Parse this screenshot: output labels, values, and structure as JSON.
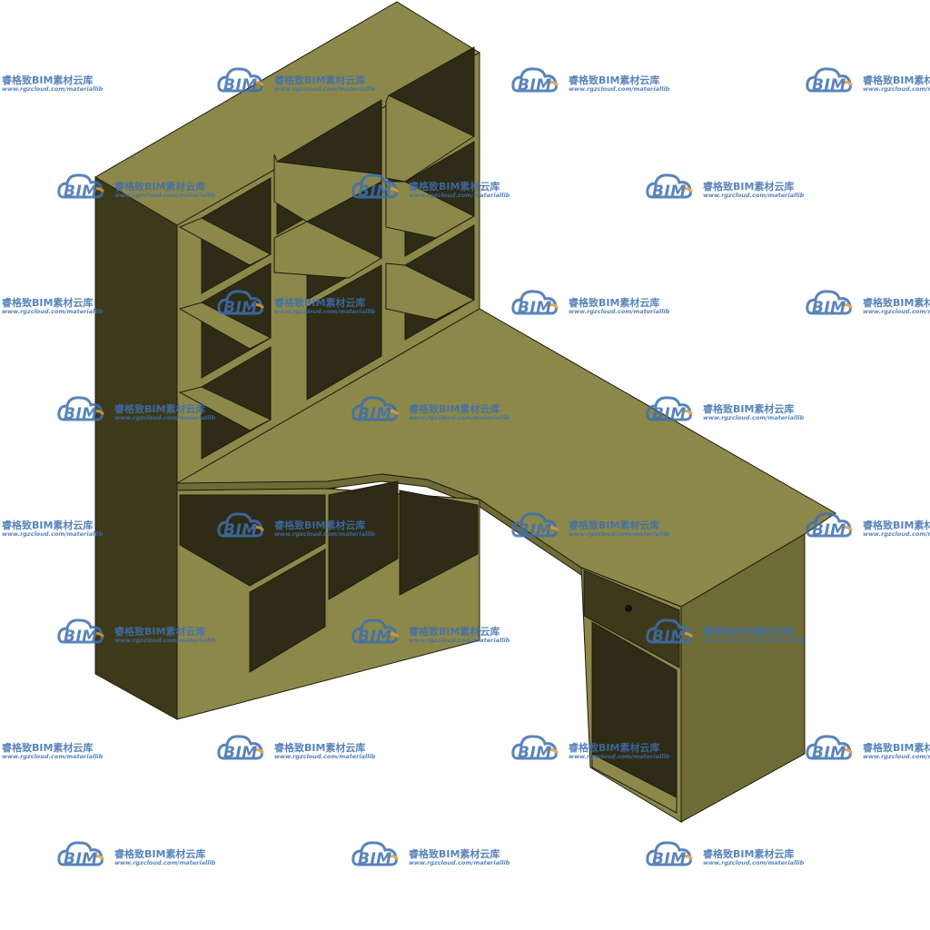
{
  "scene": {
    "subject": "desk-with-bookshelf-3d-model",
    "colors": {
      "background": "#ffffff",
      "face_light": "#8c884a",
      "face_mid": "#6f6b36",
      "face_shadow": "#3d3a1c",
      "face_interior": "#2e2c16",
      "edge": "#1e1d0e"
    }
  },
  "watermark": {
    "brand": "BIM",
    "title": "睿格致BIM素材云库",
    "url": "www.rgzcloud.com/materiallib",
    "colors": {
      "text": "#3d6fb0",
      "accent": "#e39a3a"
    }
  }
}
